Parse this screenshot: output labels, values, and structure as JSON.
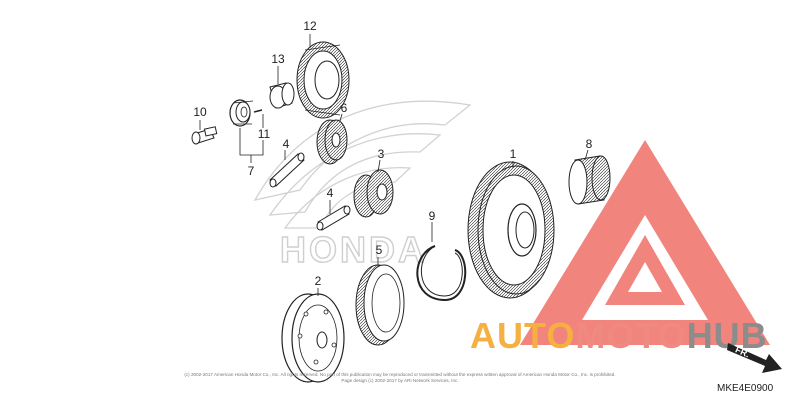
{
  "diagram": {
    "callouts": [
      "1",
      "2",
      "3",
      "4",
      "4",
      "5",
      "6",
      "7",
      "8",
      "9",
      "10",
      "11",
      "12",
      "13"
    ],
    "watermark_text": "HONDA",
    "brand": {
      "part1": "AUTO",
      "part2": "MOTO",
      "part3": "HUB",
      "colors": {
        "orange": "#f5b041",
        "salmon": "#f08a80",
        "gray": "#8c8c8c",
        "logo_red": "#f07a72"
      }
    },
    "direction_label": "FR.",
    "diagram_code": "MKE4E0900",
    "copyright_lines": [
      "(c) 2002-2017 American Honda Motor Co., Inc. All rights reserved. No part of this publication may be reproduced or transmitted without the express written approval of American Honda Motor Co., Inc. is prohibited.",
      "Page design (c) 2002-2017 by ARI Network Services, Inc."
    ]
  }
}
